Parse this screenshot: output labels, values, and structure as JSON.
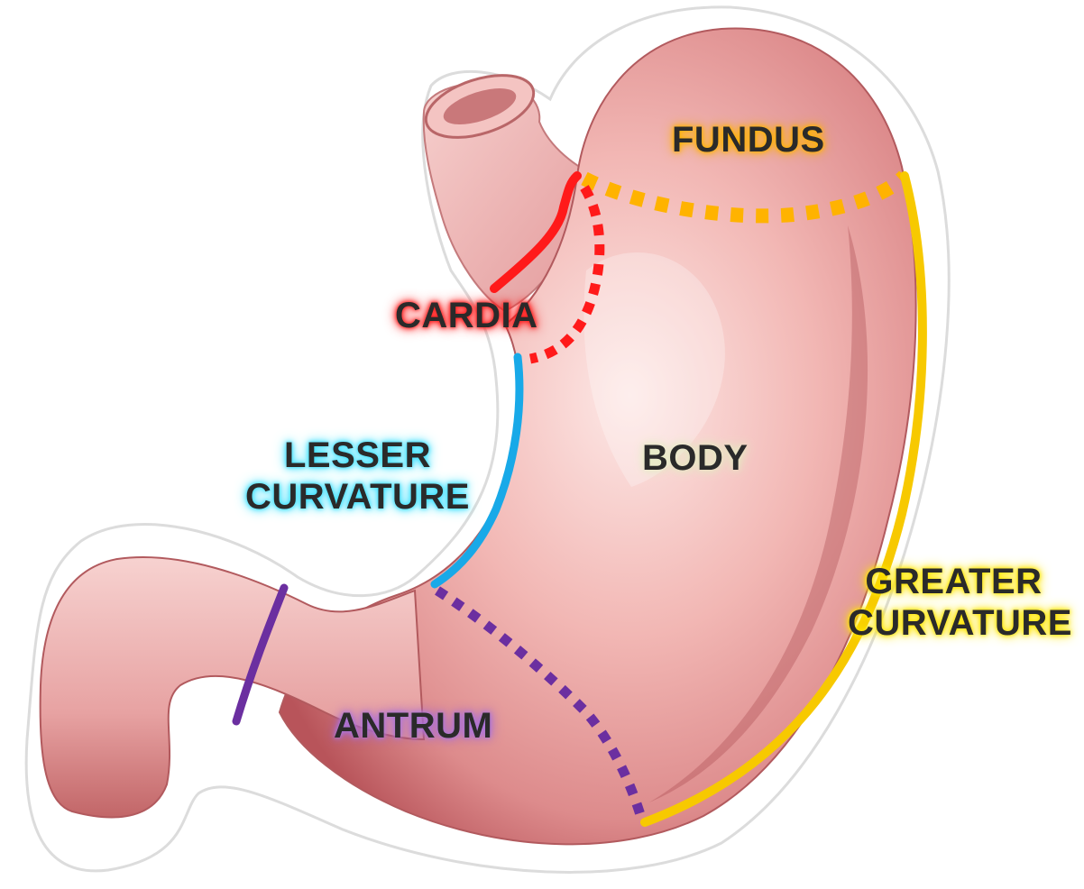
{
  "regions": {
    "fundus": {
      "label": "FUNDUS",
      "glow": "#ffb300"
    },
    "cardia": {
      "label": "CARDIA",
      "glow": "#ff1a1a"
    },
    "body": {
      "label": "BODY",
      "glow": "#d9e6b0"
    },
    "lesser_curvature": {
      "line1": "LESSER",
      "line2": "CURVATURE",
      "glow": "#3ee0ff"
    },
    "greater_curvature": {
      "line1": "GREATER",
      "line2": "CURVATURE",
      "glow": "#ffe600"
    },
    "antrum": {
      "label": "ANTRUM",
      "glow": "#9b59d0"
    }
  },
  "colors": {
    "stomach": "#e9a3a3",
    "stomach_highlight": "#fbe3e2",
    "stomach_shadow": "#b8545a",
    "fundus_line": "#ffb300",
    "cardia_line": "#ff1a1a",
    "lesser_curvature_line": "#18a9e8",
    "greater_curvature_line": "#f7c900",
    "antrum_line": "#6b2fa0",
    "text": "#2a2a2a"
  }
}
